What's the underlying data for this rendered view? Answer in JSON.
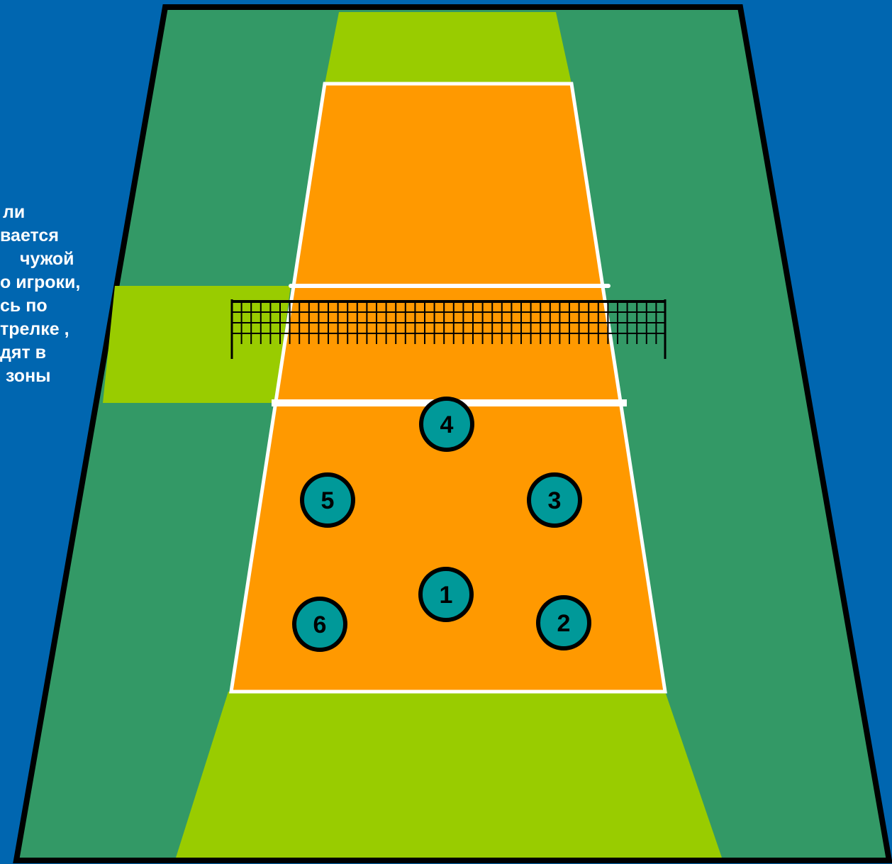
{
  "slide": {
    "caption_lines": [
      "ли",
      "вается",
      "чужой",
      "о игроки,",
      "сь по",
      "трелке ,",
      "дят в",
      "зоны"
    ]
  },
  "players": [
    {
      "label": "4"
    },
    {
      "label": "5"
    },
    {
      "label": "3"
    },
    {
      "label": "1"
    },
    {
      "label": "6"
    },
    {
      "label": "2"
    }
  ],
  "colors": {
    "background": "#0066b0",
    "outer_court": "#339966",
    "free_zone": "#99cc00",
    "court": "#ff9900",
    "lines": "#ffffff",
    "player_fill": "#009999",
    "outline": "#000000"
  }
}
